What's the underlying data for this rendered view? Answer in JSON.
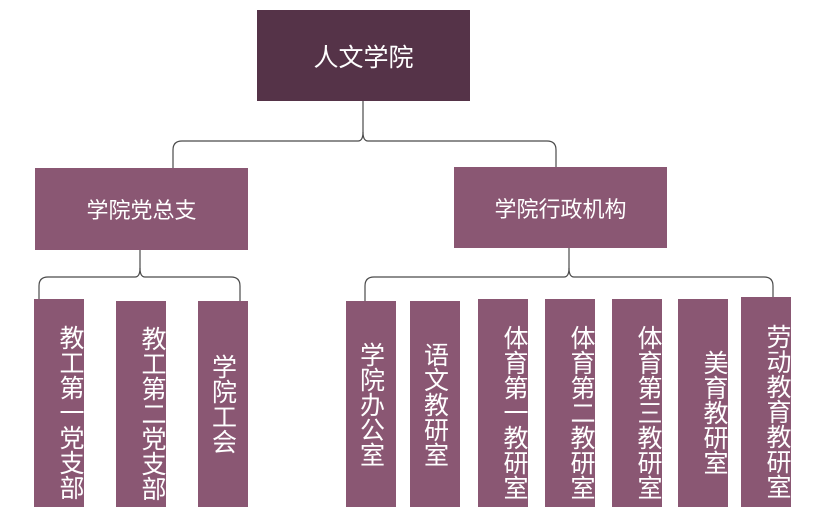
{
  "root": {
    "label": "人文学院"
  },
  "branches": [
    {
      "label": "学院党总支",
      "children": [
        "教工第一党支部",
        "教工第二党支部",
        "学院工会"
      ]
    },
    {
      "label": "学院行政机构",
      "children": [
        "学院办公室",
        "语文教研室",
        "体育第一教研室",
        "体育第二教研室",
        "体育第三教研室",
        "美育教研室",
        "劳动教育教研室"
      ]
    }
  ],
  "colors": {
    "root": "#553348",
    "node": "#8a5773",
    "line": "#4a4a4a",
    "text": "#ffffff"
  }
}
